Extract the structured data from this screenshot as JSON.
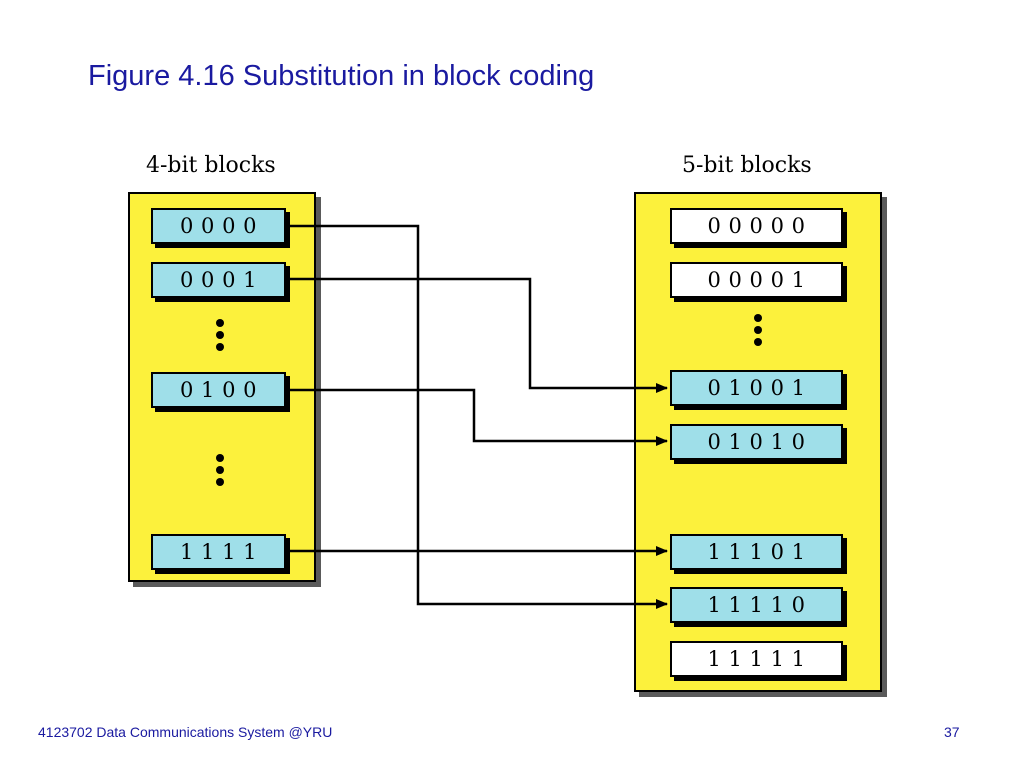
{
  "slide": {
    "title": "Figure 4.16 Substitution in block coding",
    "footer_left": "4123702 Data Communications System @YRU",
    "page_number": "37"
  },
  "diagram": {
    "left_header": "4-bit blocks",
    "right_header": "5-bit blocks",
    "left_blocks": [
      "0 0 0 0",
      "0 0 0 1",
      "0 1 0 0",
      "1 1 1 1"
    ],
    "right_blocks": [
      "0 0 0 0 0",
      "0 0 0 0 1",
      "0 1 0 0 1",
      "0 1 0 1 0",
      "1 1 1 0 1",
      "1 1 1 1 0",
      "1 1 1 1 1"
    ],
    "mappings": [
      {
        "from": "0 0 0 0",
        "to": "1 1 1 1 0"
      },
      {
        "from": "0 0 0 1",
        "to": "0 1 0 0 1"
      },
      {
        "from": "0 1 0 0",
        "to": "0 1 0 1 0"
      },
      {
        "from": "1 1 1 1",
        "to": "1 1 1 0 1"
      }
    ],
    "colors": {
      "panel": "#fcf13c",
      "mapped_block": "#9fdfe9",
      "unused_block": "#ffffff",
      "title": "#1a1aa0"
    }
  }
}
